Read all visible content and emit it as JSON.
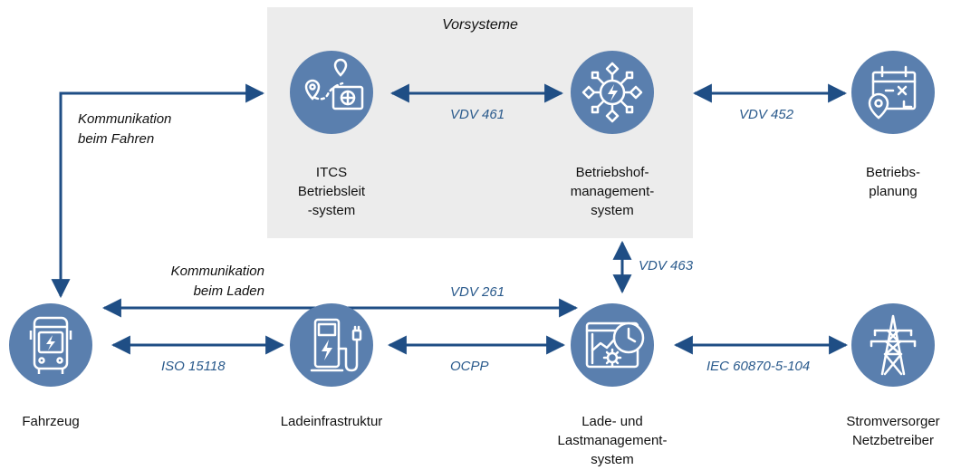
{
  "group": {
    "title": "Vorsysteme"
  },
  "nodes": {
    "itcs": "ITCS\nBetriebsleit\n-system",
    "bms": "Betriebshof-\nmanagement-\nsystem",
    "planning": "Betriebs-\nplanung",
    "vehicle": "Fahrzeug",
    "charging_infra": "Ladeinfrastruktur",
    "load_mgmt": "Lade- und\nLastmanagement-\nsystem",
    "grid": "Stromversorger\nNetzbetreiber"
  },
  "edges": {
    "vdv461": "VDV 461",
    "vdv452": "VDV 452",
    "vdv463": "VDV 463",
    "vdv261": "VDV 261",
    "iso15118": "ISO 15118",
    "ocpp": "OCPP",
    "iec": "IEC 60870-5-104"
  },
  "notes": {
    "driving": "Kommunikation\nbeim Fahren",
    "charging": "Kommunikation\nbeim Laden"
  },
  "colors": {
    "circle": "#5a7fae",
    "arrow": "#1f4e85",
    "box": "#ececec"
  },
  "icons": {
    "itcs": "map-route-icon",
    "bms": "network-bolt-icon",
    "planning": "calendar-location-icon",
    "vehicle": "electric-bus-icon",
    "charging_infra": "charging-station-icon",
    "load_mgmt": "dashboard-clock-gear-icon",
    "grid": "power-pylon-icon"
  }
}
